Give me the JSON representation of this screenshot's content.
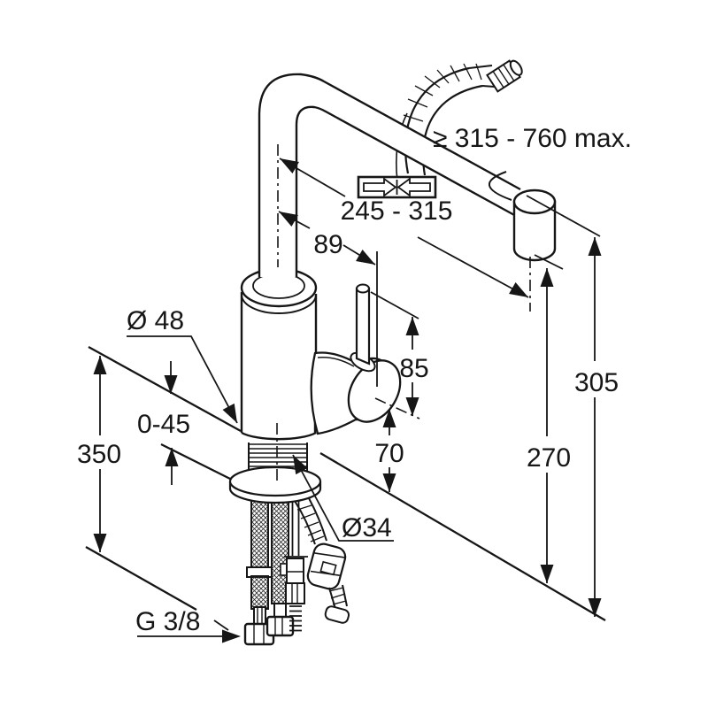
{
  "figure": {
    "kind": "technical_installation_drawing",
    "subject": "single-lever kitchen mixer tap with pull-out spout",
    "colors": {
      "line": "#161616",
      "background": "#ffffff"
    },
    "icons": [
      "pull-out-direction-icon"
    ]
  },
  "drawing": {
    "annotations": {
      "hose_length": "≥ 315 - 760 max.",
      "pullout_travel": "245 - 315",
      "spout_to_lever": "89",
      "base_diameter": "Ø 48",
      "deck_thickness": "0-45",
      "hose_below_deck": "350",
      "lever_height": "85",
      "knob_axis_height": "70",
      "shank_diameter": "Ø34",
      "spout_height": "305",
      "outlet_clearance": "270",
      "connection_thread": "G 3/8"
    }
  }
}
